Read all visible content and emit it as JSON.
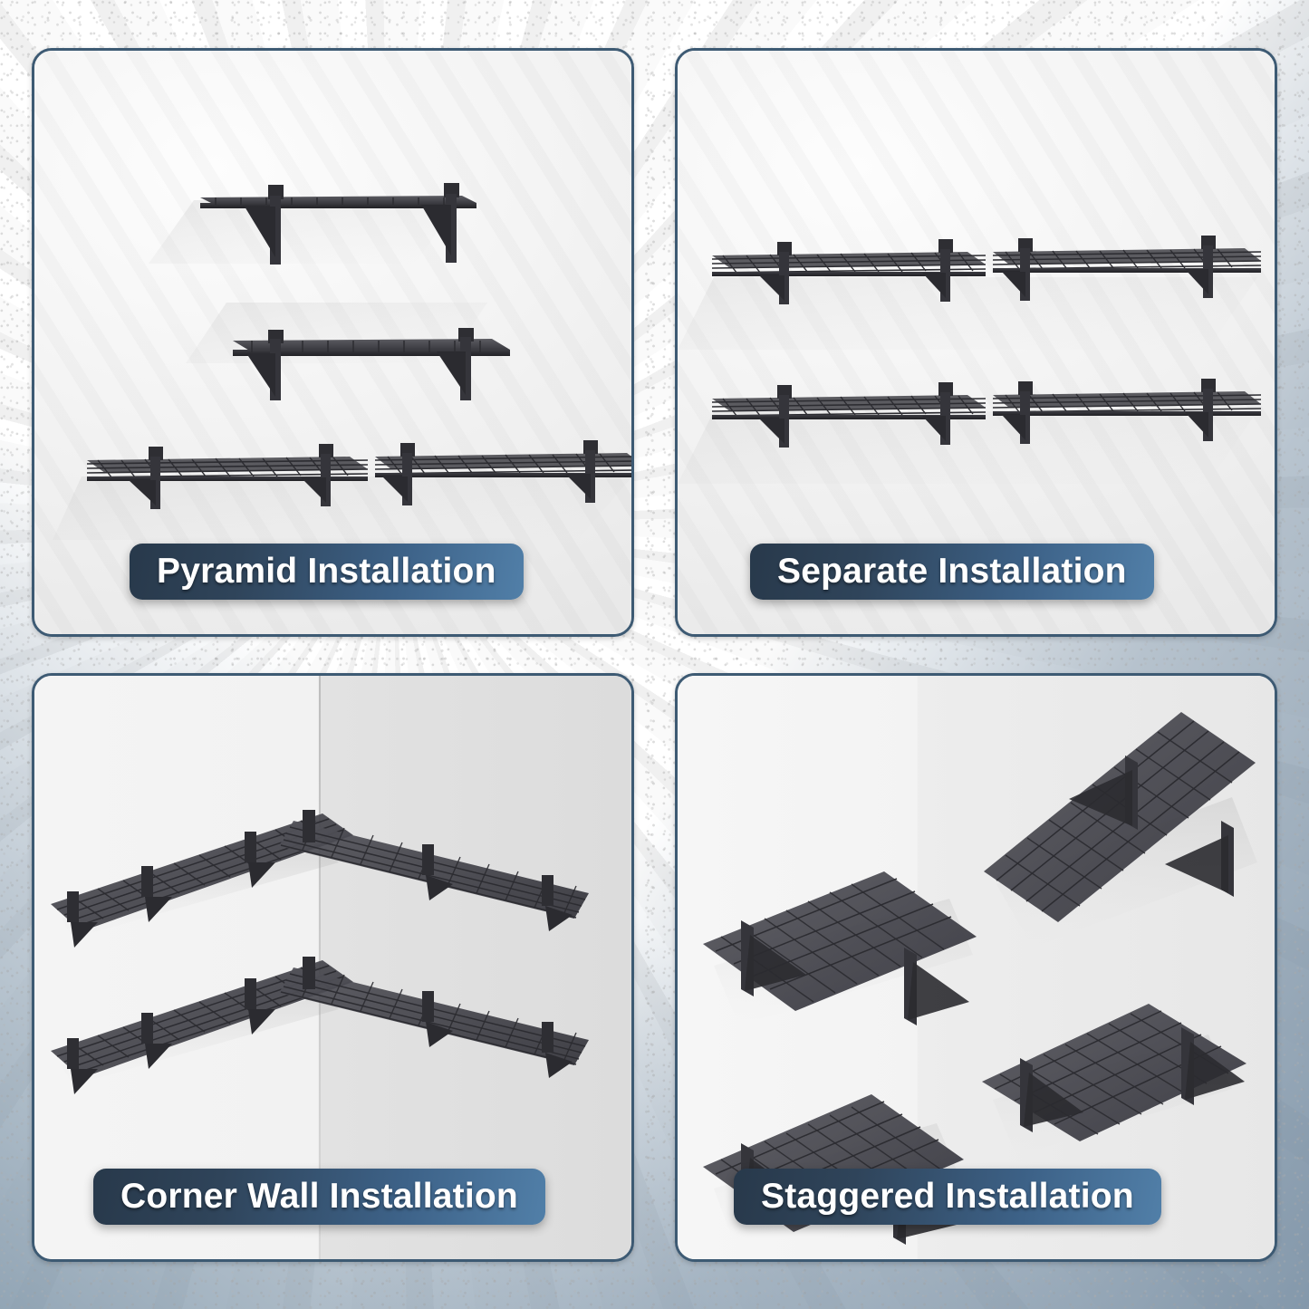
{
  "theme": {
    "panel_border": "#3d5a73",
    "badge_gradient_start": "#28394b",
    "badge_gradient_end": "#517fa8",
    "badge_text_color": "#ffffff",
    "shelf_metal": "#3a3a3e",
    "wall_light": "#f4f4f4",
    "wall_shadow": "#dcdcdc",
    "backdrop": "#f7f7f7"
  },
  "panels": [
    {
      "id": "pyramid",
      "label": "Pyramid Installation",
      "scene": "flat-wall",
      "shelf_rows": 3,
      "description_shelves": [
        {
          "row": 1,
          "units": 1,
          "width": "short"
        },
        {
          "row": 2,
          "units": 1,
          "width": "medium"
        },
        {
          "row": 3,
          "units": 2,
          "width": "long"
        }
      ]
    },
    {
      "id": "separate",
      "label": "Separate Installation",
      "scene": "flat-wall",
      "shelf_rows": 2,
      "description_shelves": [
        {
          "row": 1,
          "units": 2,
          "width": "long"
        },
        {
          "row": 2,
          "units": 2,
          "width": "long"
        }
      ]
    },
    {
      "id": "corner-wall",
      "label": "Corner Wall Installation",
      "scene": "corner-wall",
      "shelf_rows": 2,
      "description_shelves": [
        {
          "row": 1,
          "units": 2,
          "width": "L-shaped"
        },
        {
          "row": 2,
          "units": 2,
          "width": "L-shaped"
        }
      ]
    },
    {
      "id": "staggered",
      "label": "Staggered Installation",
      "scene": "flat-wall",
      "shelf_rows": 4,
      "description_shelves": [
        {
          "row": 1,
          "units": 1,
          "width": "single"
        },
        {
          "row": 2,
          "units": 1,
          "width": "single"
        },
        {
          "row": 3,
          "units": 1,
          "width": "single"
        },
        {
          "row": 4,
          "units": 1,
          "width": "single"
        }
      ]
    }
  ]
}
